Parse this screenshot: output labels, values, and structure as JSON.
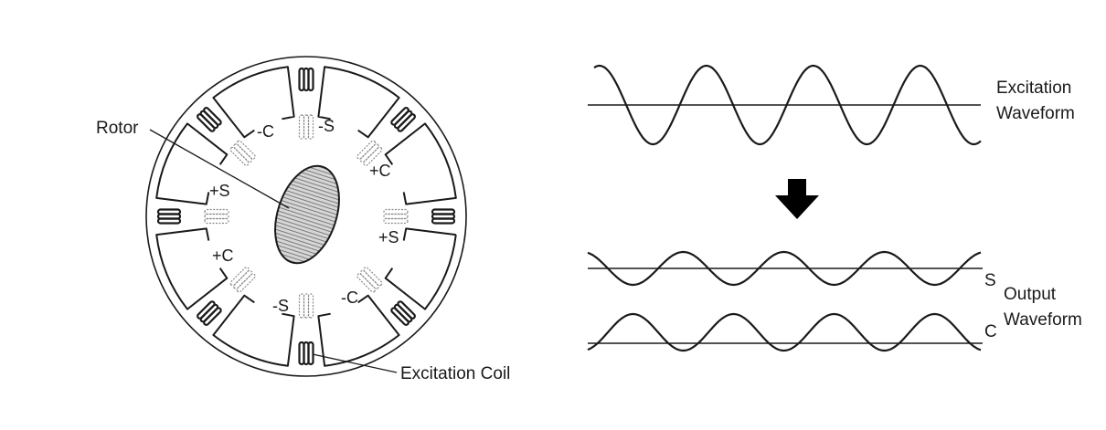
{
  "labels": {
    "rotor": "Rotor",
    "excitation_coil": "Excitation Coil",
    "excitation_waveform": [
      "Excitation",
      "Waveform"
    ],
    "output_waveform": [
      "Output",
      "Waveform"
    ],
    "s_trace": "S",
    "c_trace": "C"
  },
  "coil_polarities": {
    "minus_c_top": "-C",
    "minus_s_top": "-S",
    "plus_c_right": "+C",
    "plus_s_left": "+S",
    "plus_s_right": "+S",
    "plus_c_left": "+C",
    "minus_s_bottom": "-S",
    "minus_c_bottom": "-C"
  },
  "colors": {
    "line": "#1a1a1a",
    "secondary_coil": "#8a8a8a",
    "rotor_fill": "#bdbdbd",
    "arrow": "#000000"
  }
}
